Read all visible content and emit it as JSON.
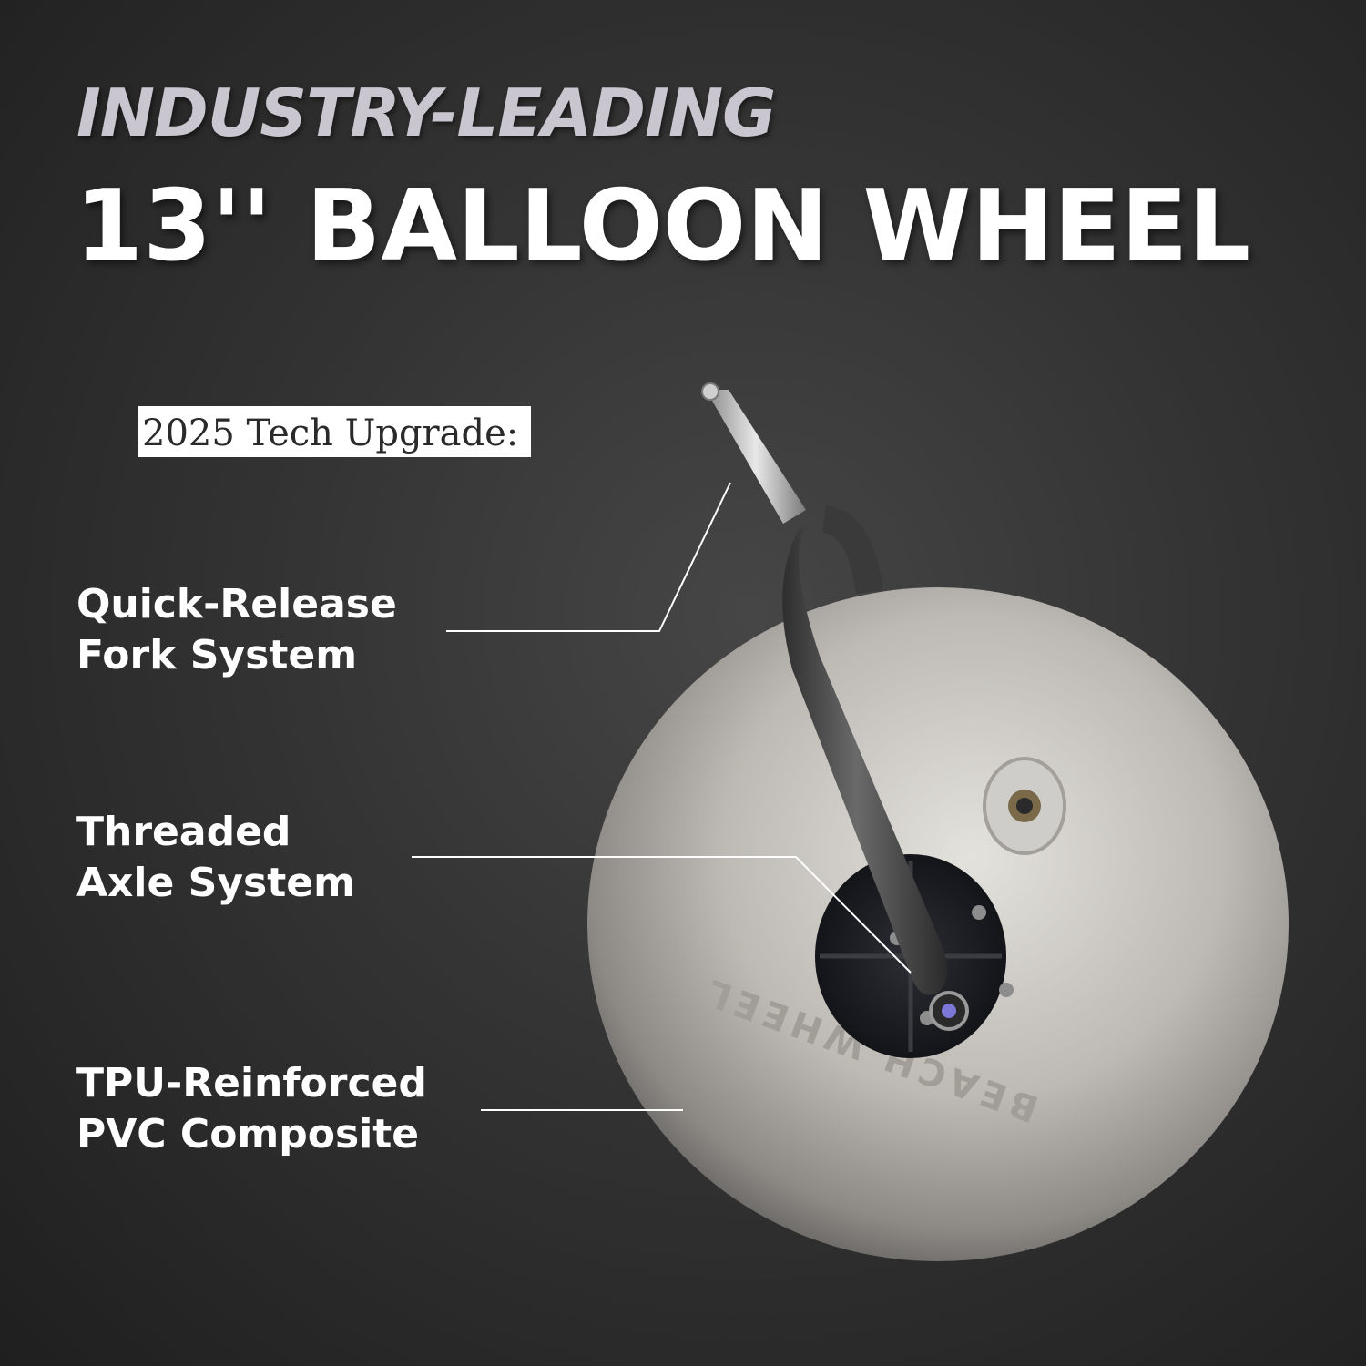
{
  "headline": {
    "kicker": "INDUSTRY-LEADING",
    "title": "13'' BALLOON WHEEL"
  },
  "badge": {
    "text": "2025 Tech Upgrade:"
  },
  "features": [
    {
      "line1": "Quick-Release",
      "line2": "Fork System"
    },
    {
      "line1": "Threaded",
      "line2": "Axle System"
    },
    {
      "line1": "TPU-Reinforced",
      "line2": "PVC Composite"
    }
  ],
  "product_image": {
    "tire_marking": "BEACH WHEEL",
    "colors": {
      "tire": "#b9b6b1",
      "fork": "#4a4a4a",
      "hub": "#1e1f24",
      "callout_line": "#ffffff"
    }
  }
}
